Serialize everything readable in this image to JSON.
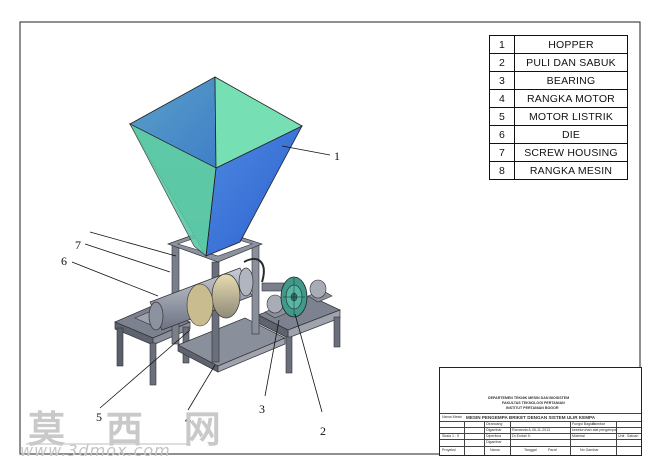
{
  "parts_list": [
    {
      "no": "1",
      "name": "HOPPER"
    },
    {
      "no": "2",
      "name": "PULI DAN SABUK"
    },
    {
      "no": "3",
      "name": "BEARING"
    },
    {
      "no": "4",
      "name": "RANGKA MOTOR"
    },
    {
      "no": "5",
      "name": "MOTOR LISTRIK"
    },
    {
      "no": "6",
      "name": "DIE"
    },
    {
      "no": "7",
      "name": "SCREW HOUSING"
    },
    {
      "no": "8",
      "name": "RANGKA MESIN"
    }
  ],
  "callouts": [
    "1",
    "2",
    "3",
    "4",
    "5",
    "6",
    "7"
  ],
  "title_block": {
    "dept_line1": "DEPARTEMEN TEKNIK MESIN DAN BIOSISTEM",
    "dept_line2": "FAKULTAS TEKNOLOGI PERTANIAN",
    "dept_line3": "INSTITUT PERTANIAN BOGOR",
    "title_label": "Nama Mesin",
    "title": "MESIN PENGEMPA BRIKET DENGAN SISTEM ULIR KEMPA",
    "rows": [
      {
        "label": "Dirancang",
        "value": "",
        "label2": "Fungsi Bagian",
        "value2": "Gambar"
      },
      {
        "label": "Digambar",
        "value": "Ramanda A.",
        "label2": "",
        "value2": "keseluruhan alat pengempa"
      },
      {
        "label": "Skala",
        "value": "1 : 5",
        "label2": "Material",
        "value2": ""
      },
      {
        "label": "Diperiksa",
        "value": "Dr.Endah K.",
        "label2": "Unit",
        "value2": "Satuan"
      },
      {
        "label": "Digambar",
        "value": "",
        "label2": "",
        "value2": ""
      }
    ],
    "date": "06-11-2013",
    "footer": [
      "Proyeksi",
      "Nama",
      "Tanggal",
      "Paraf",
      "No Gambar"
    ]
  },
  "watermark": {
    "text": "莫 西 网",
    "url": "www.3dmox.com"
  },
  "colors": {
    "hopper_left": "#4a8fc4",
    "hopper_right": "#3a6fd8",
    "hopper_front": "#6fd9b0",
    "frame": "#7a7f8f",
    "steel": "#9aa0ad",
    "pulley": "#3f9a88"
  }
}
